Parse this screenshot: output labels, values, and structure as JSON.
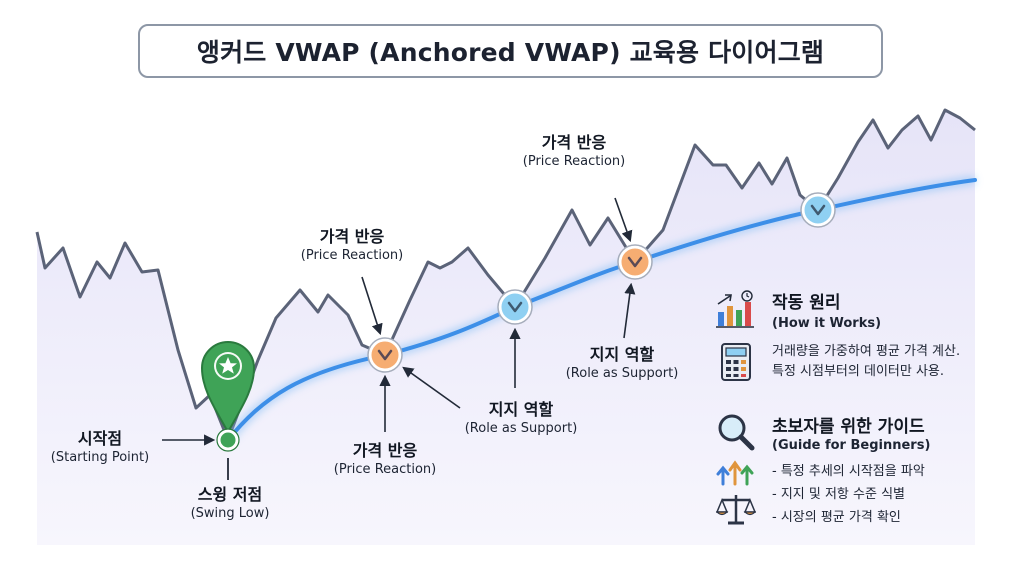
{
  "title": "앵커드 VWAP (Anchored VWAP) 교육용 다이어그램",
  "labels": {
    "starting_point": {
      "ko": "시작점",
      "en": "(Starting Point)"
    },
    "swing_low": {
      "ko": "스윙 저점",
      "en": "(Swing Low)"
    },
    "reaction_1": {
      "ko": "가격 반응",
      "en": "(Price Reaction)"
    },
    "reaction_2": {
      "ko": "가격 반응",
      "en": "(Price Reaction)"
    },
    "support_1": {
      "ko": "지지 역할",
      "en": "(Role as Support)"
    },
    "reaction_3": {
      "ko": "가격 반응",
      "en": "(Price Reaction)"
    },
    "support_2": {
      "ko": "지지 역할",
      "en": "(Role as Support)"
    }
  },
  "how_it_works": {
    "title": "작동 원리",
    "subtitle": "(How it Works)",
    "lines": [
      "거래량을 가중하여 평균 가격 계산.",
      "특정 시점부터의 데이터만 사용."
    ]
  },
  "guide": {
    "title": "초보자를 위한 가이드",
    "subtitle": "(Guide for Beginners)",
    "items": [
      "- 특정 추세의 시작점을 파악",
      "- 지지 및 저항 수준 식별",
      "- 시장의 평균 가격 확인"
    ]
  },
  "colors": {
    "price_line": "#5b6378",
    "price_fill": "#ecebfa",
    "vwap_line": "#3d8fe8",
    "reaction_marker": "#f6ad72",
    "support_marker": "#8fd0f2",
    "anchor_pin": "#3fa357"
  },
  "icons": [
    "location-pin-star-icon",
    "bar-chart-icon",
    "calculator-icon",
    "magnifier-icon",
    "up-arrows-icon",
    "balance-scale-icon"
  ]
}
